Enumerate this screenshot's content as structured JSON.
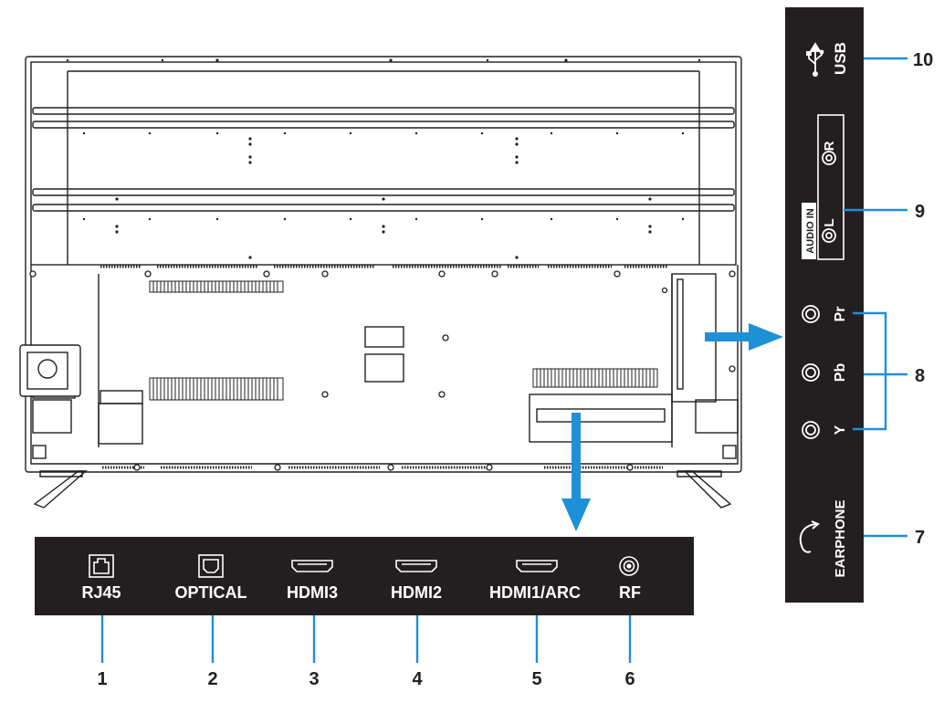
{
  "bottom_panel": {
    "ports": [
      {
        "label": "RJ45",
        "number": "1",
        "icon": "rj45-port-icon"
      },
      {
        "label": "OPTICAL",
        "number": "2",
        "icon": "optical-port-icon"
      },
      {
        "label": "HDMI3",
        "number": "3",
        "icon": "hdmi-port-icon"
      },
      {
        "label": "HDMI2",
        "number": "4",
        "icon": "hdmi-port-icon"
      },
      {
        "label": "HDMI1/ARC",
        "number": "5",
        "icon": "hdmi-port-icon"
      },
      {
        "label": "RF",
        "number": "6",
        "icon": "rf-coax-port-icon"
      }
    ]
  },
  "side_panel": {
    "usb": {
      "label": "USB",
      "number": "10",
      "icon": "usb-icon"
    },
    "audio_in": {
      "group_label": "AUDIO IN",
      "left_label": "L",
      "right_label": "R",
      "number": "9"
    },
    "component": {
      "labels": [
        "Pr",
        "Pb",
        "Y"
      ],
      "number": "8"
    },
    "earphone": {
      "label": "EARPHONE",
      "number": "7",
      "icon": "earphone-icon"
    }
  },
  "colors": {
    "panel": "#231f20",
    "arrow": "#1e90d8",
    "line": "#231f20",
    "label": "#ffffff"
  }
}
